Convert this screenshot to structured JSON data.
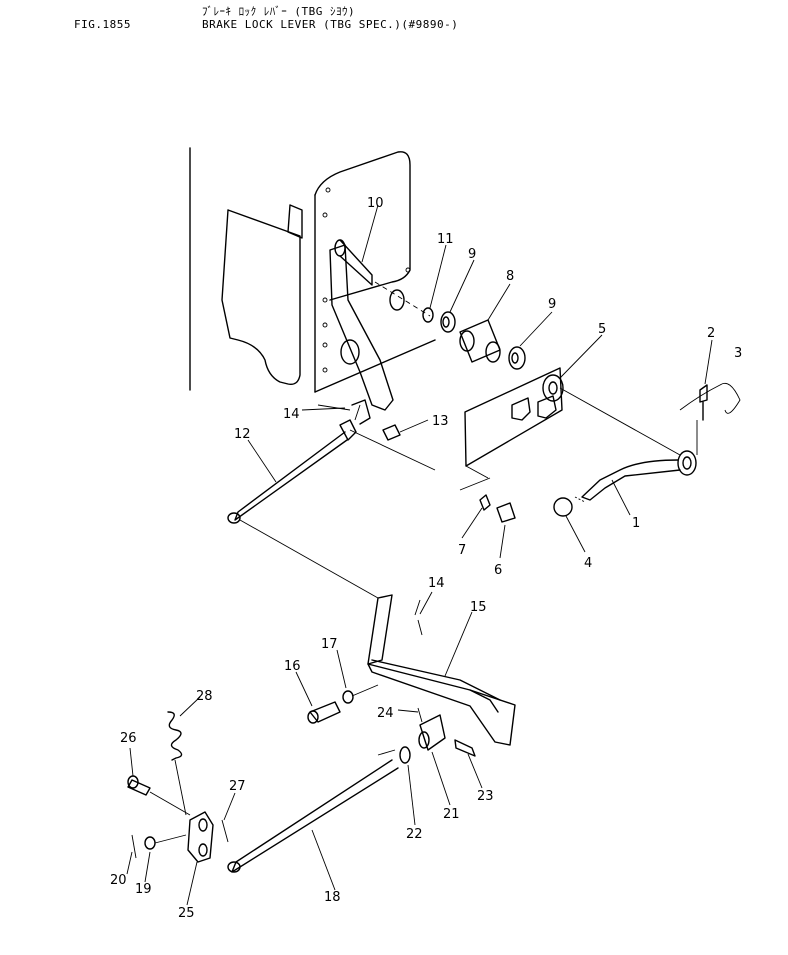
{
  "header": {
    "fig_number": "FIG.1855",
    "title_jp": "ﾌﾞﾚｰｷ ﾛｯｸ ﾚﾊﾞｰ (TBG ｼﾖｳ)",
    "title_en": "BRAKE LOCK LEVER (TBG SPEC.)(#9890-)"
  },
  "callouts": [
    "1",
    "2",
    "3",
    "4",
    "5",
    "6",
    "7",
    "8",
    "9",
    "9",
    "10",
    "11",
    "12",
    "13",
    "14",
    "14",
    "15",
    "16",
    "17",
    "18",
    "19",
    "20",
    "21",
    "22",
    "23",
    "24",
    "25",
    "26",
    "27",
    "28"
  ]
}
